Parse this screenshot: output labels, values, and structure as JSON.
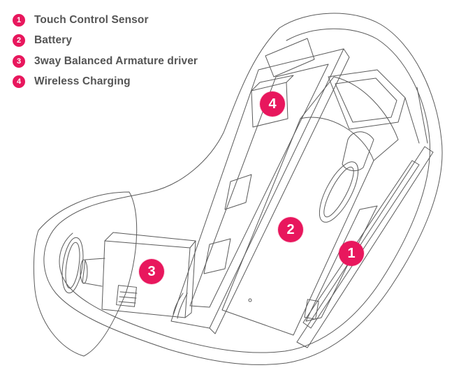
{
  "legend": {
    "items": [
      {
        "number": "1",
        "label": "Touch Control Sensor"
      },
      {
        "number": "2",
        "label": "Battery"
      },
      {
        "number": "3",
        "label": "3way Balanced Armature driver"
      },
      {
        "number": "4",
        "label": "Wireless Charging"
      }
    ]
  },
  "callouts": {
    "c1": "1",
    "c2": "2",
    "c3": "3",
    "c4": "4"
  },
  "colors": {
    "accent": "#e8175d",
    "line": "#5a5a5a",
    "text": "#555555"
  }
}
